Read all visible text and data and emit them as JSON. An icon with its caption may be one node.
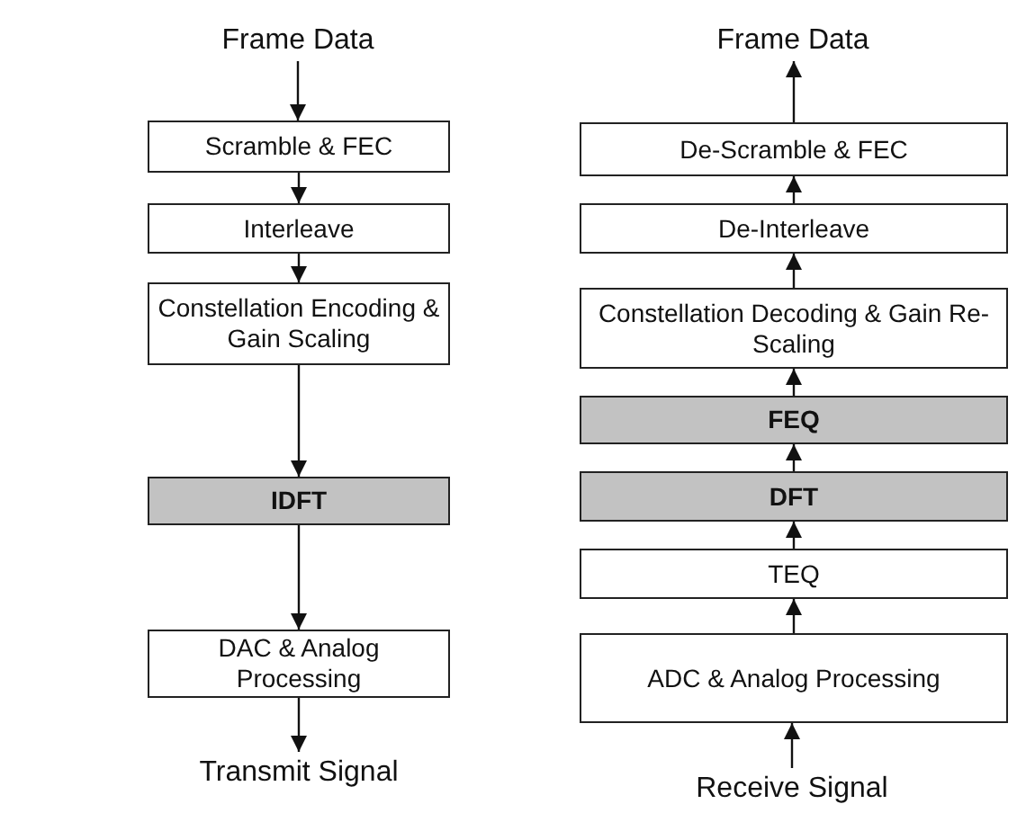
{
  "diagram": {
    "nodes": [
      {
        "text": [
          "Frame Data"
        ]
      },
      {
        "text": [
          "Scramble & FEC"
        ]
      },
      {
        "text": [
          "Interleave"
        ]
      },
      {
        "text": [
          "Constellation Encoding & Gain Scaling"
        ]
      },
      {
        "text": [
          "IDFT"
        ]
      },
      {
        "text": [
          "DAC & Analog Processing"
        ]
      },
      {
        "text": [
          "Transmit Signal"
        ]
      },
      {
        "text": [
          "Frame Data"
        ]
      },
      {
        "text": [
          "De-Scramble & FEC"
        ]
      },
      {
        "text": [
          "De-Interleave"
        ]
      },
      {
        "text": [
          "Constellation Decoding & Gain Re-Scaling"
        ]
      },
      {
        "text": [
          "FEQ"
        ]
      },
      {
        "text": [
          "DFT"
        ]
      },
      {
        "text": [
          "TEQ"
        ]
      },
      {
        "text": [
          "ADC & Analog Processing"
        ]
      },
      {
        "text": [
          "Receive Signal"
        ]
      }
    ],
    "edges": [
      {
        "from": 0,
        "to": 1,
        "arrow": "to"
      },
      {
        "from": 1,
        "to": 2,
        "arrow": "to"
      },
      {
        "from": 2,
        "to": 3,
        "arrow": "to"
      },
      {
        "from": 3,
        "to": 4,
        "arrow": "to"
      },
      {
        "from": 4,
        "to": 5,
        "arrow": "to"
      },
      {
        "from": 5,
        "to": 6,
        "arrow": "to"
      },
      {
        "from": 15,
        "to": 14,
        "arrow": "to"
      },
      {
        "from": 14,
        "to": 13,
        "arrow": "to"
      },
      {
        "from": 13,
        "to": 12,
        "arrow": "to"
      },
      {
        "from": 12,
        "to": 11,
        "arrow": "to"
      },
      {
        "from": 11,
        "to": 10,
        "arrow": "to"
      },
      {
        "from": 10,
        "to": 9,
        "arrow": "to"
      },
      {
        "from": 9,
        "to": 8,
        "arrow": "to"
      },
      {
        "from": 8,
        "to": 7,
        "arrow": "to"
      }
    ]
  }
}
